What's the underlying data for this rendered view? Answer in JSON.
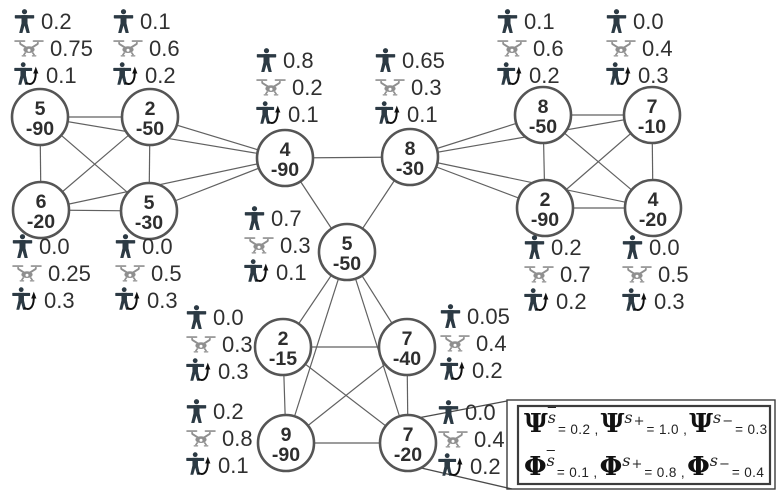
{
  "nodes": [
    {
      "visits": "5",
      "reward": "-90",
      "stats": {
        "human": "0.2",
        "uav": "0.75",
        "return": "0.1"
      }
    },
    {
      "visits": "2",
      "reward": "-50",
      "stats": {
        "human": "0.1",
        "uav": "0.6",
        "return": "0.2"
      }
    },
    {
      "visits": "6",
      "reward": "-20",
      "stats": {
        "human": "0.0",
        "uav": "0.25",
        "return": "0.3"
      }
    },
    {
      "visits": "5",
      "reward": "-30",
      "stats": {
        "human": "0.0",
        "uav": "0.5",
        "return": "0.3"
      }
    },
    {
      "visits": "4",
      "reward": "-90",
      "stats": {
        "human": "0.8",
        "uav": "0.2",
        "return": "0.1"
      }
    },
    {
      "visits": "8",
      "reward": "-30",
      "stats": {
        "human": "0.65",
        "uav": "0.3",
        "return": "0.1"
      }
    },
    {
      "visits": "8",
      "reward": "-50",
      "stats": {
        "human": "0.1",
        "uav": "0.6",
        "return": "0.2"
      }
    },
    {
      "visits": "7",
      "reward": "-10",
      "stats": {
        "human": "0.0",
        "uav": "0.4",
        "return": "0.3"
      }
    },
    {
      "visits": "2",
      "reward": "-90",
      "stats": {
        "human": "0.2",
        "uav": "0.7",
        "return": "0.2"
      }
    },
    {
      "visits": "4",
      "reward": "-20",
      "stats": {
        "human": "0.0",
        "uav": "0.5",
        "return": "0.3"
      }
    },
    {
      "visits": "5",
      "reward": "-50",
      "stats": {
        "human": "0.7",
        "uav": "0.3",
        "return": "0.1"
      }
    },
    {
      "visits": "2",
      "reward": "-15",
      "stats": {
        "human": "0.0",
        "uav": "0.3",
        "return": "0.3"
      }
    },
    {
      "visits": "7",
      "reward": "-40",
      "stats": {
        "human": "0.05",
        "uav": "0.4",
        "return": "0.2"
      }
    },
    {
      "visits": "9",
      "reward": "-90",
      "stats": {
        "human": "0.2",
        "uav": "0.8",
        "return": "0.1"
      }
    },
    {
      "visits": "7",
      "reward": "-20",
      "stats": {
        "human": "0.0",
        "uav": "0.4",
        "return": "0.2"
      }
    }
  ],
  "legend": {
    "s": "s",
    "plus": "+",
    "minus": "−",
    "row1": {
      "sym": "Ψ",
      "v_bar": "= 0.2 ,",
      "v_plus": "= 1.0 ,",
      "v_minus": "= 0.3"
    },
    "row2": {
      "sym": "Φ",
      "v_bar": "= 0.1 ,",
      "v_plus": "= 0.8 ,",
      "v_minus": "= 0.4"
    }
  }
}
